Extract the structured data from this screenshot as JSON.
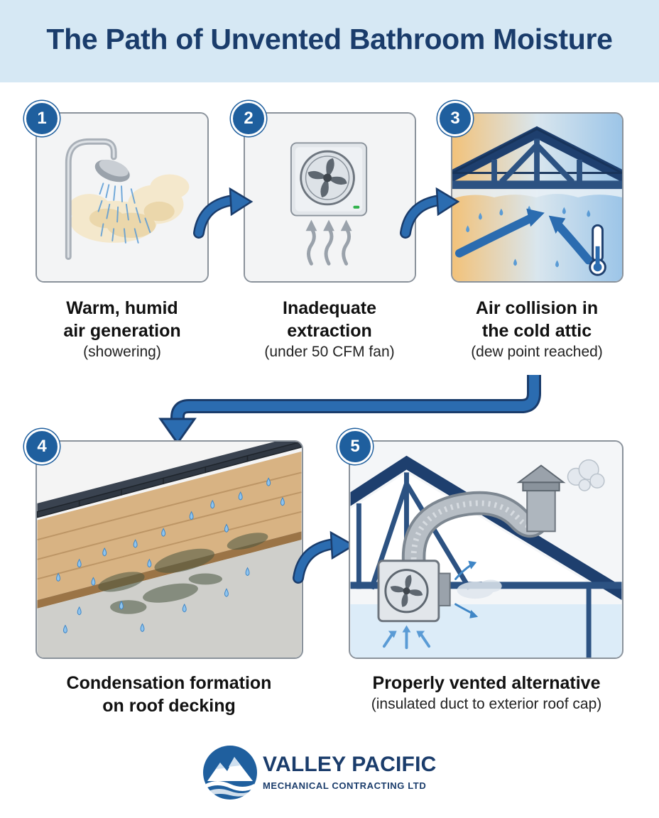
{
  "title": "The Path of Unvented Bathroom Moisture",
  "steps": [
    {
      "number": "1",
      "heading_line1": "Warm, humid",
      "heading_line2": "air generation",
      "note": "(showering)"
    },
    {
      "number": "2",
      "heading_line1": "Inadequate",
      "heading_line2": "extraction",
      "note": "(under 50 CFM fan)"
    },
    {
      "number": "3",
      "heading_line1": "Air collision in",
      "heading_line2": "the cold attic",
      "note": "(dew point reached)"
    },
    {
      "number": "4",
      "heading_line1": "Condensation formation",
      "heading_line2": "on roof decking",
      "note": ""
    },
    {
      "number": "5",
      "heading_line1": "Properly vented alternative",
      "heading_line2": "",
      "note": "(insulated duct to exterior roof cap)"
    }
  ],
  "brand": {
    "name": "VALLEY PACIFIC",
    "tagline": "MECHANICAL CONTRACTING LTD"
  },
  "colors": {
    "accent": "#1f5f9e",
    "navy": "#1a3c6b",
    "banner": "#d6e8f4"
  },
  "icons": [
    "shower-icon",
    "exhaust-fan-icon",
    "attic-truss-icon",
    "thermometer-icon",
    "roof-decking-icon",
    "roof-cap-icon",
    "mountain-logo-icon"
  ]
}
